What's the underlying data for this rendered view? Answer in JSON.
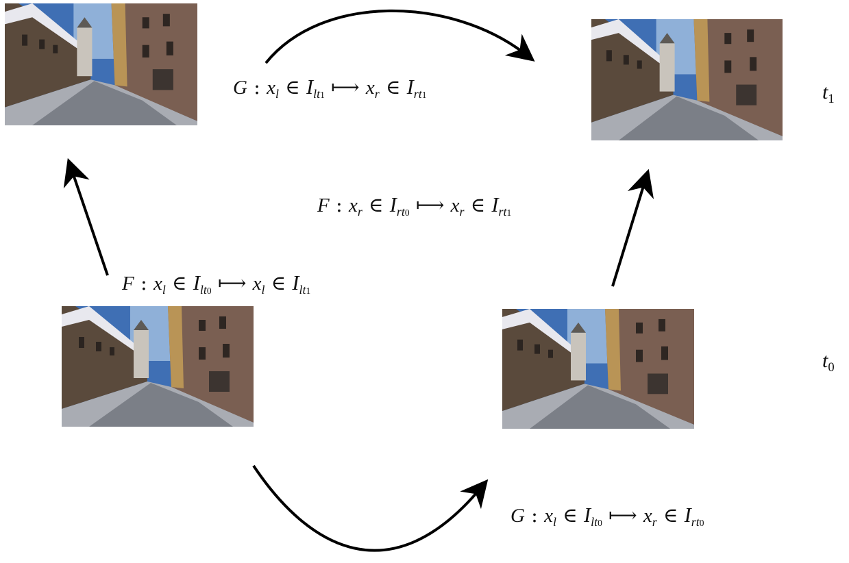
{
  "figure": {
    "equations": {
      "g_t1": {
        "map": "G",
        "src_var": "x",
        "src_sub": "l",
        "src_set": "I",
        "src_set_sub": "lt",
        "src_set_subsub": "1",
        "dst_var": "x",
        "dst_sub": "r",
        "dst_set": "I",
        "dst_set_sub": "rt",
        "dst_set_subsub": "1"
      },
      "f_right": {
        "map": "F",
        "src_var": "x",
        "src_sub": "r",
        "src_set": "I",
        "src_set_sub": "rt",
        "src_set_subsub": "0",
        "dst_var": "x",
        "dst_sub": "r",
        "dst_set": "I",
        "dst_set_sub": "rt",
        "dst_set_subsub": "1"
      },
      "f_left": {
        "map": "F",
        "src_var": "x",
        "src_sub": "l",
        "src_set": "I",
        "src_set_sub": "lt",
        "src_set_subsub": "0",
        "dst_var": "x",
        "dst_sub": "l",
        "dst_set": "I",
        "dst_set_sub": "lt",
        "dst_set_subsub": "1"
      },
      "g_t0": {
        "map": "G",
        "src_var": "x",
        "src_sub": "l",
        "src_set": "I",
        "src_set_sub": "lt",
        "src_set_subsub": "0",
        "dst_var": "x",
        "dst_sub": "r",
        "dst_set": "I",
        "dst_set_sub": "rt",
        "dst_set_subsub": "0"
      }
    },
    "time_labels": {
      "t1_var": "t",
      "t1_sub": "1",
      "t0_var": "t",
      "t0_sub": "0"
    },
    "colors": {
      "sky": "#3f6fb4",
      "sky_light": "#8fb0d8",
      "wall_left": "#5a4a3c",
      "wall_right": "#7a5f52",
      "street": "#a9acb3",
      "arrow": "#000000"
    }
  }
}
